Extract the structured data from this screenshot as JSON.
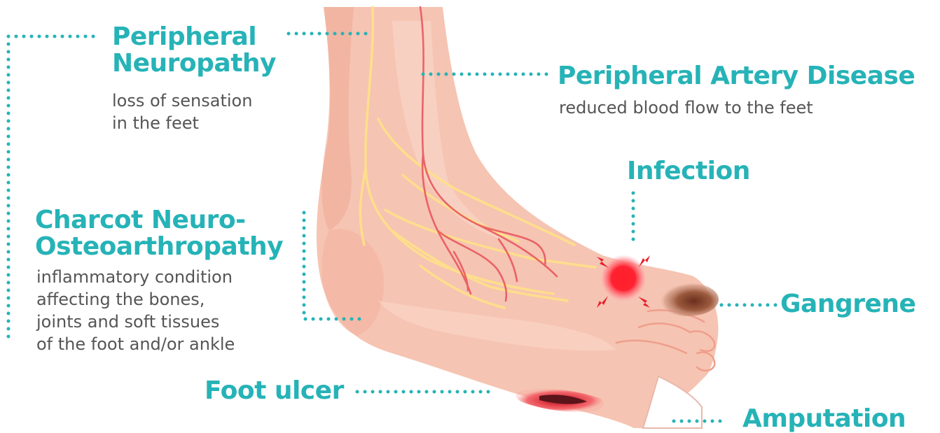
{
  "labels": {
    "peripheral_neuropathy": {
      "title_line1": "Peripheral",
      "title_line2": "Neuropathy",
      "desc_line1": "loss of sensation",
      "desc_line2": "in the feet"
    },
    "peripheral_artery_disease": {
      "title": "Peripheral Artery Disease",
      "desc": "reduced blood flow to the feet"
    },
    "infection": {
      "title": "Infection"
    },
    "charcot": {
      "title_line1": "Charcot Neuro-",
      "title_line2": "Osteoarthropathy",
      "desc_line1": "inflammatory condition",
      "desc_line2": "affecting the bones,",
      "desc_line3": "joints and soft tissues",
      "desc_line4": "of the foot and/or ankle"
    },
    "gangrene": {
      "title": "Gangrene"
    },
    "foot_ulcer": {
      "title": "Foot ulcer"
    },
    "amputation": {
      "title": "Amputation"
    }
  },
  "colors": {
    "accent_teal": "#26b3b7",
    "body_text": "#555555",
    "skin": "#f7c5b3",
    "skin_shadow": "#eea894",
    "nerve": "#ffe18a",
    "artery": "#e8585e",
    "infection_red": "#ff1f2d",
    "gangrene_brown": "#7a3a22"
  }
}
